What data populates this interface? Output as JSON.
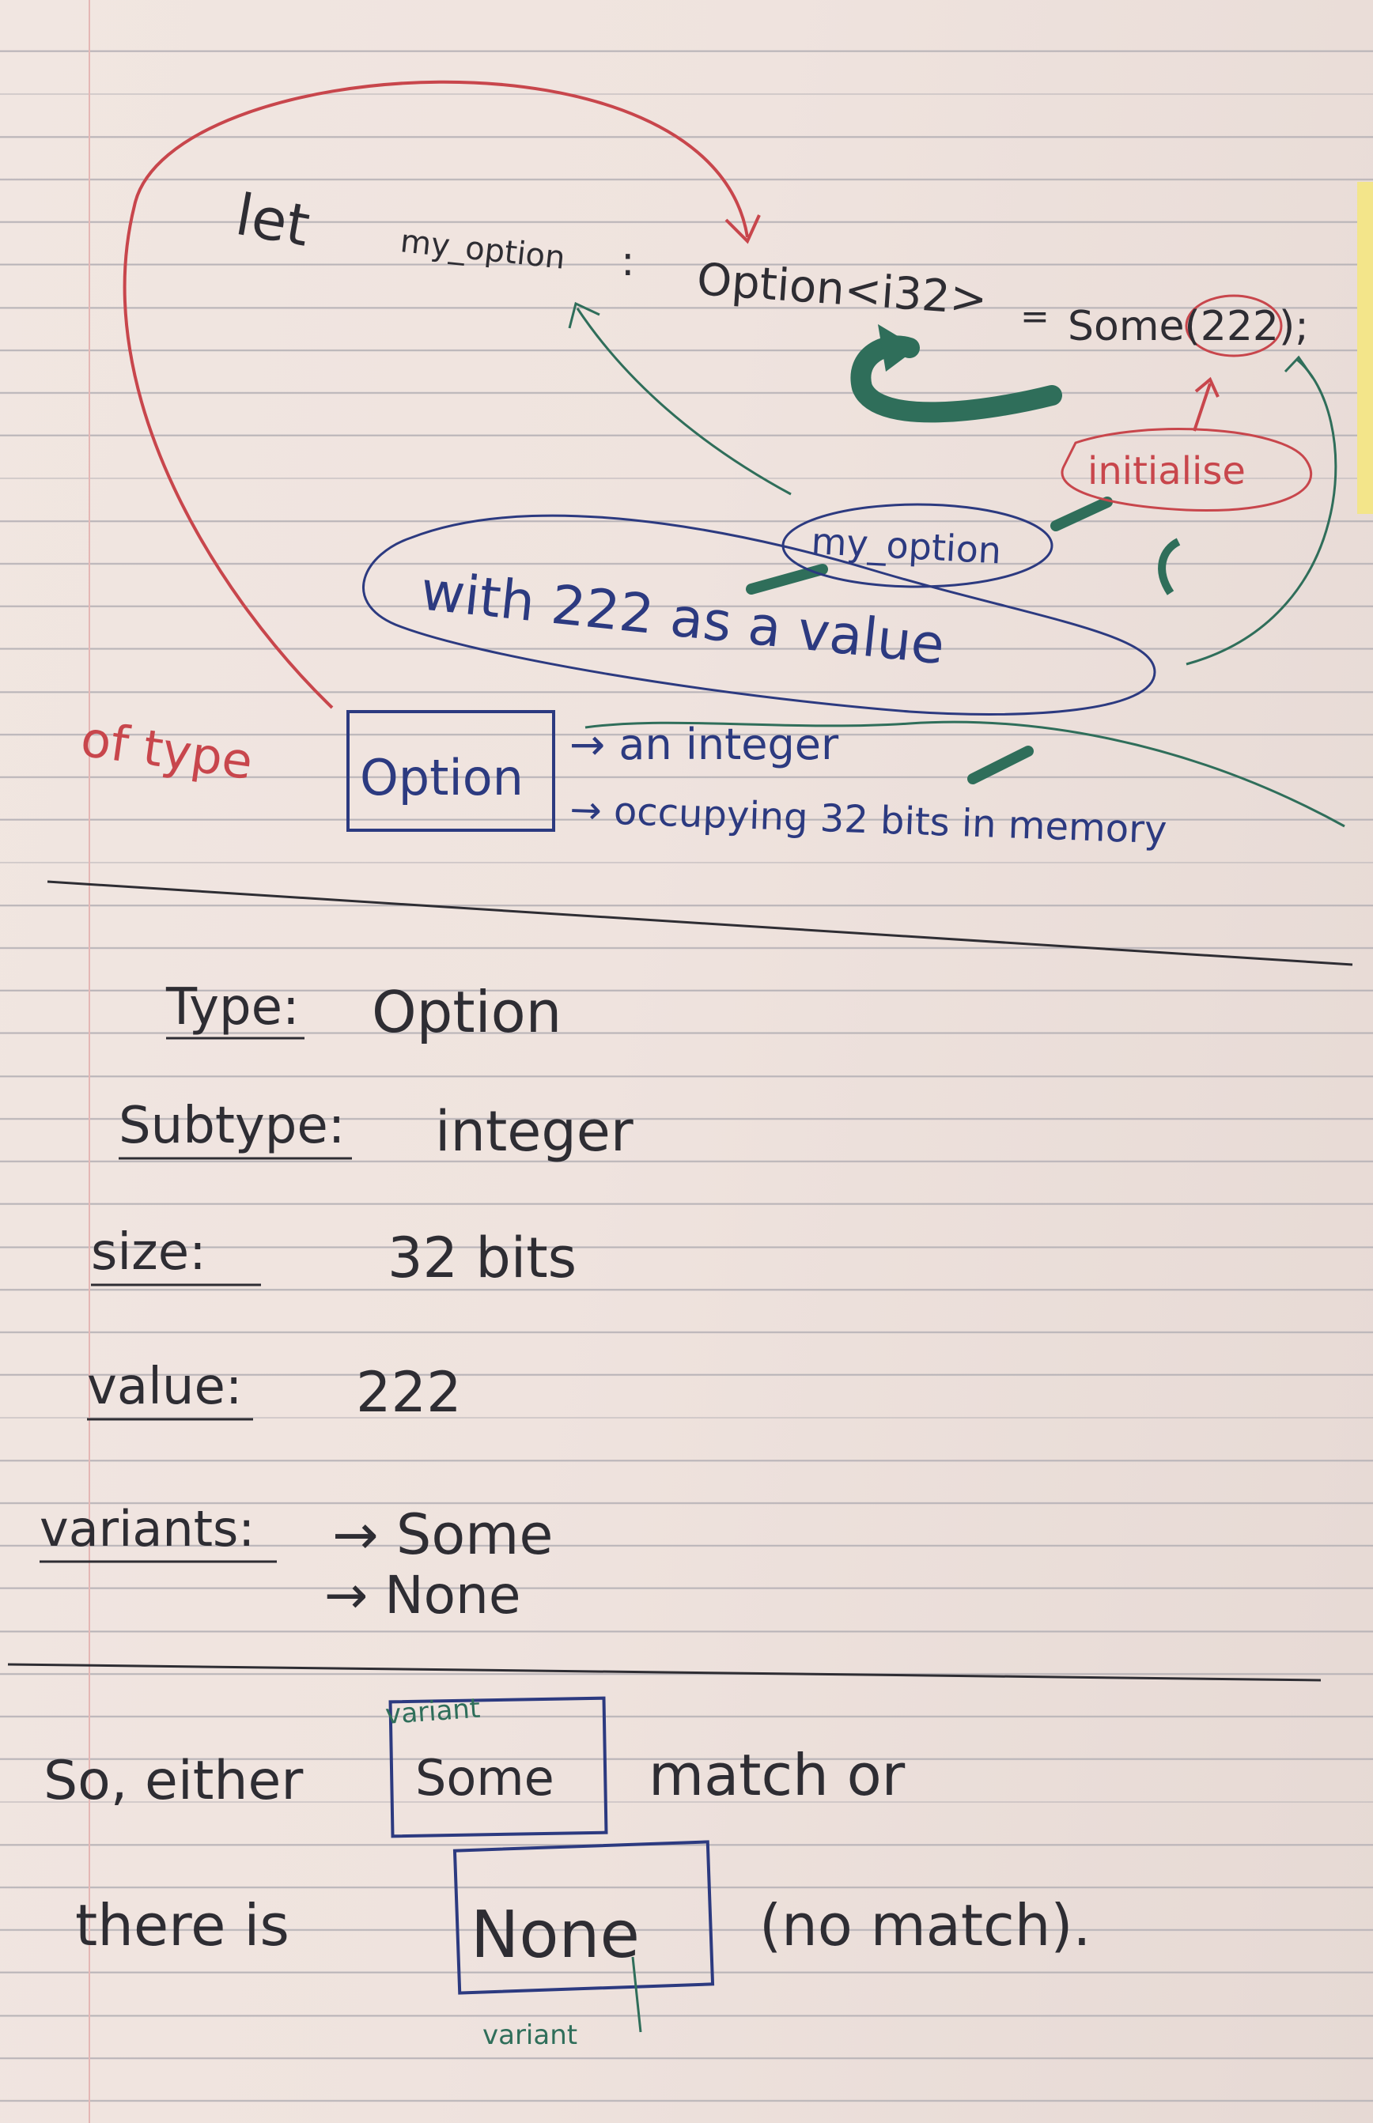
{
  "colors": {
    "black_ink": "#2e2d33",
    "blue_ink": "#2c3a80",
    "green_ink": "#2f6e5a",
    "red_ink": "#c8464c"
  },
  "code_line": {
    "keyword": "let",
    "name": "my_option",
    "colon": ":",
    "type": "Option<i32>",
    "equals": "=",
    "value": "Some(222);"
  },
  "annotations": {
    "initialise": "initialise",
    "my_option": "my_option",
    "with_value": "with 222 as a value",
    "of_type": "of type",
    "option_box": "Option",
    "integer": "→ an integer",
    "occupying": "→ occupying 32 bits in memory"
  },
  "summary": {
    "type_label": "Type:",
    "type_value": "Option",
    "subtype_label": "Subtype:",
    "subtype_value": "integer",
    "size_label": "size:",
    "size_value": "32 bits",
    "value_label": "value:",
    "value_value": "222",
    "variants_label": "variants:",
    "variants": [
      "→ Some",
      "→ None"
    ]
  },
  "conclusion": {
    "line1_start": "So, either",
    "some_box": "Some",
    "some_tag": "variant",
    "line1_end": "match or",
    "line2_start": "there is",
    "none_box": "None",
    "none_tag": "variant",
    "line2_end": "(no match)."
  }
}
